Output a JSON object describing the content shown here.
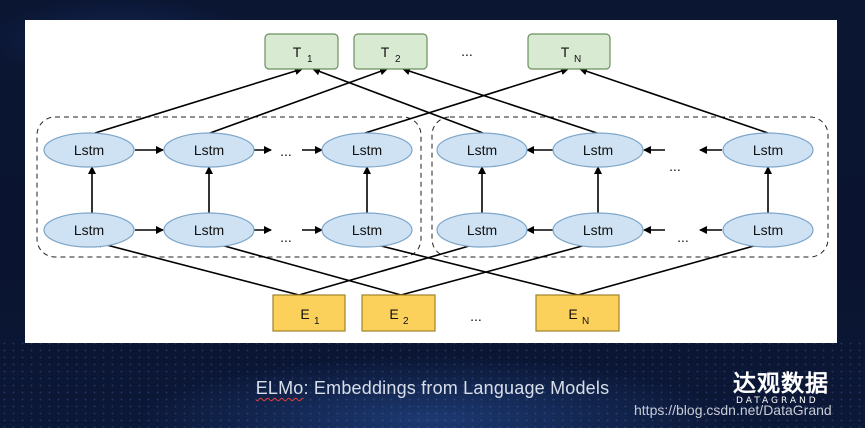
{
  "diagram": {
    "outputs": [
      {
        "label": "T",
        "sub": "1"
      },
      {
        "label": "T",
        "sub": "2"
      },
      {
        "label": "T",
        "sub": "N"
      }
    ],
    "inputs": [
      {
        "label": "E",
        "sub": "1"
      },
      {
        "label": "E",
        "sub": "2"
      },
      {
        "label": "E",
        "sub": "N"
      }
    ],
    "ellipsis": "...",
    "lstm_label": "Lstm",
    "colors": {
      "output_fill": "#d9ead3",
      "output_stroke": "#6b8f5e",
      "input_fill": "#fbd15b",
      "input_stroke": "#a0822a",
      "lstm_fill": "#cfe2f3",
      "lstm_stroke": "#7ea6c9"
    }
  },
  "caption": {
    "squiggled_word": "ELMo",
    "rest": ": Embeddings from Language Models"
  },
  "brand": {
    "name": "达观数据",
    "sub": "DATAGRAND"
  },
  "url": "https://blog.csdn.net/DataGrand"
}
